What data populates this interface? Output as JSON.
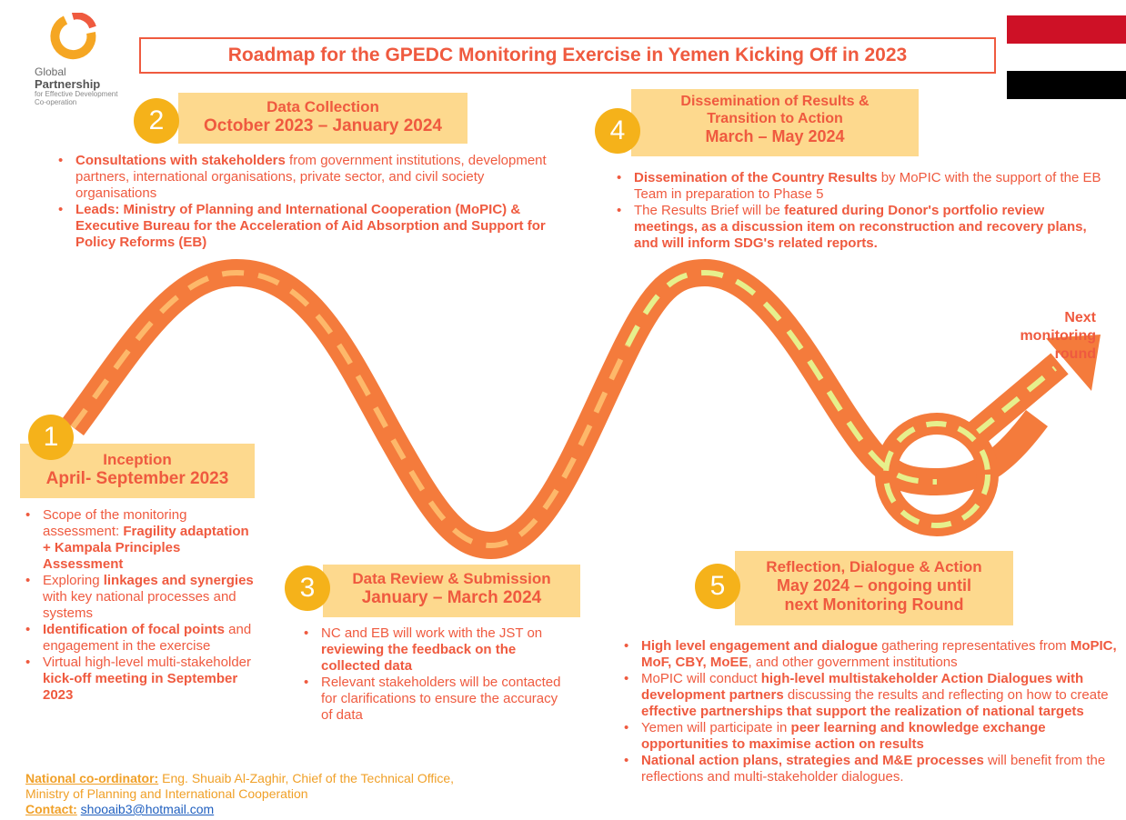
{
  "logo": {
    "line1": "Global",
    "line2": "Partnership",
    "line3": "for Effective Development",
    "line4": "Co-operation"
  },
  "title": "Roadmap for the GPEDC Monitoring Exercise in Yemen Kicking Off in 2023",
  "flag_colors": [
    "#ce1126",
    "#ffffff",
    "#000000"
  ],
  "colors": {
    "road": "#f47b3c",
    "road_dash_early": "#fdb86a",
    "road_dash_late": "#e6f08c",
    "accent": "#ef5a3f",
    "circle": "#f5b21a",
    "box": "#fdd98e"
  },
  "phases": {
    "p1": {
      "number": "1",
      "title": "Inception",
      "dates": "April- September 2023",
      "bullets": [
        {
          "pre": "Scope of the monitoring assessment: ",
          "bold": "Fragility adaptation + Kampala Principles Assessment",
          "post": ""
        },
        {
          "pre": "Exploring ",
          "bold": "linkages and synergies",
          "post": " with key national processes and systems"
        },
        {
          "pre": "",
          "bold": "Identification of focal points",
          "post": " and engagement in the exercise"
        },
        {
          "pre": "Virtual high-level multi-stakeholder ",
          "bold": "kick-off meeting in September 2023",
          "post": ""
        }
      ]
    },
    "p2": {
      "number": "2",
      "title": "Data Collection",
      "dates": "October 2023 – January 2024",
      "bullets": [
        {
          "pre": "",
          "bold": "Consultations with stakeholders",
          "post": " from government institutions, development partners, international organisations, private sector, and civil society organisations"
        },
        {
          "pre": "",
          "bold": "Leads: Ministry of Planning and International Cooperation (MoPIC) & Executive Bureau for the Acceleration of Aid Absorption and Support for Policy Reforms (EB)",
          "post": ""
        }
      ]
    },
    "p3": {
      "number": "3",
      "title": "Data Review & Submission",
      "dates": "January – March 2024",
      "bullets": [
        {
          "pre": "NC and EB will work with the JST on ",
          "bold": "reviewing the feedback on the collected data",
          "post": ""
        },
        {
          "pre": "Relevant stakeholders will be contacted for clarifications to ensure the accuracy of data",
          "bold": "",
          "post": ""
        }
      ]
    },
    "p4": {
      "number": "4",
      "title": "Dissemination of Results & Transition to Action",
      "dates": "March – May 2024",
      "bullets": [
        {
          "pre": "",
          "bold": "Dissemination of the Country Results",
          "post": " by MoPIC with the support of the EB Team in preparation to Phase 5"
        },
        {
          "pre": "The Results Brief will be ",
          "bold": "featured during Donor's portfolio review meetings, as a discussion item on reconstruction and recovery plans, and will inform SDG's related reports.",
          "post": ""
        }
      ]
    },
    "p5": {
      "number": "5",
      "title": "Reflection, Dialogue & Action",
      "dates": "May 2024 – ongoing until next Monitoring Round",
      "bullets": [
        {
          "pre": "",
          "bold": "High level engagement and dialogue",
          "post": " gathering representatives from ",
          "bold2": "MoPIC, MoF, CBY, MoEE",
          "post2": ", and other government institutions"
        },
        {
          "pre": "MoPIC will conduct ",
          "bold": "high-level multistakeholder Action Dialogues with development partners",
          "post": " discussing the results and reflecting on how to create ",
          "bold2": "effective partnerships that support the realization of national targets",
          "post2": ""
        },
        {
          "pre": "Yemen will participate in ",
          "bold": "peer learning and knowledge exchange opportunities to maximise action on results",
          "post": ""
        },
        {
          "pre": "",
          "bold": "National action plans, strategies and M&E processes",
          "post": " will benefit from the reflections and multi-stakeholder dialogues."
        }
      ]
    }
  },
  "next_round": "Next monitoring round",
  "footer": {
    "coordinator_label": "National co-ordinator:",
    "coordinator_text": " Eng. Shuaib Al-Zaghir, Chief of the Technical Office, Ministry of Planning and International Cooperation",
    "contact_label": "Contact:",
    "contact_email": "shooaib3@hotmail.com"
  }
}
